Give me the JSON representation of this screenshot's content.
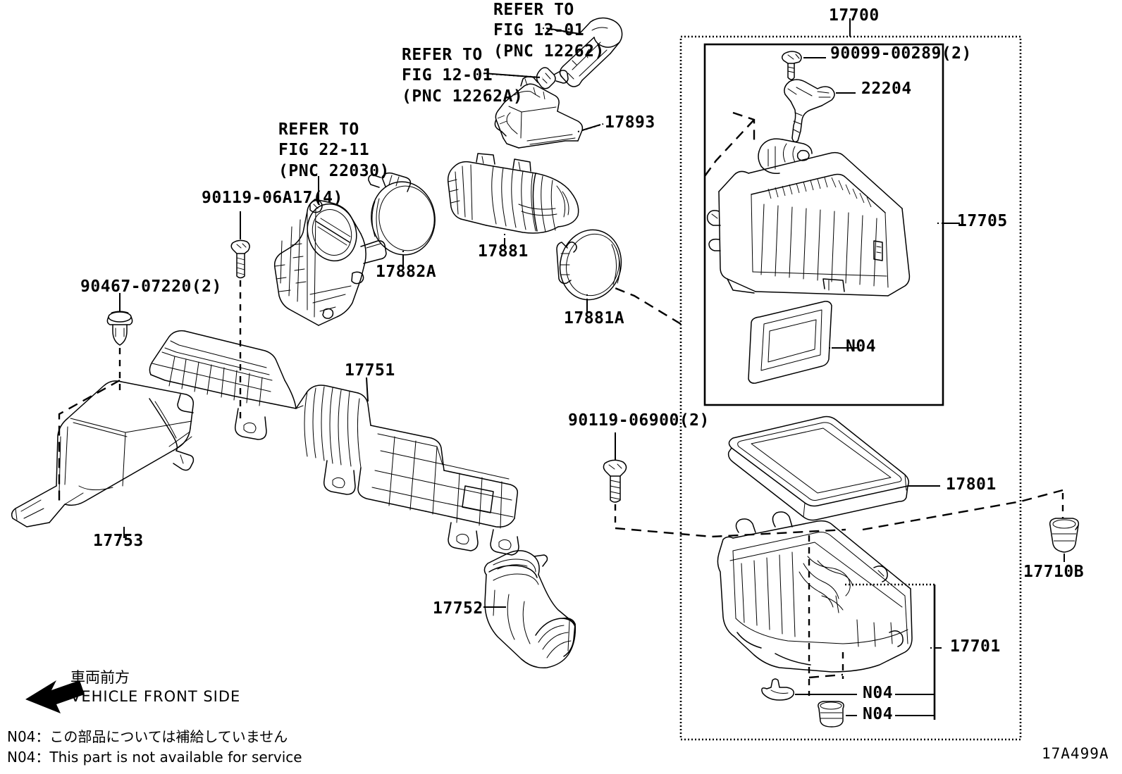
{
  "figure": {
    "code": "17A499A",
    "group_number": "17700"
  },
  "labels": {
    "refer_12262": "REFER TO\nFIG 12-01\n(PNC 12262)",
    "refer_12262a": "REFER TO\nFIG 12-01\n(PNC 12262A)",
    "refer_22030": "REFER TO\nFIG 22-11\n(PNC 22030)",
    "p17893": "17893",
    "p17881": "17881",
    "p17881a": "17881A",
    "p17882a": "17882A",
    "p90119_06a17": "90119-06A17(4)",
    "p90467_07220": "90467-07220(2)",
    "p90119_06900": "90119-06900(2)",
    "p90099_00289": "90099-00289(2)",
    "p22204": "22204",
    "p17700": "17700",
    "p17705": "17705",
    "p17801": "17801",
    "p17710b": "17710B",
    "p17701": "17701",
    "p17751": "17751",
    "p17752": "17752",
    "p17753": "17753",
    "n04_filter_seal": "N04",
    "n04_case_a": "N04",
    "n04_case_b": "N04"
  },
  "footer": {
    "front_side_jp": "車両前方",
    "front_side_en": "VEHICLE FRONT SIDE",
    "note_jp": "N04：この部品については補給していません",
    "note_en": "N04：This part is not available for service"
  },
  "colors": {
    "line": "#000000",
    "background": "#ffffff"
  }
}
